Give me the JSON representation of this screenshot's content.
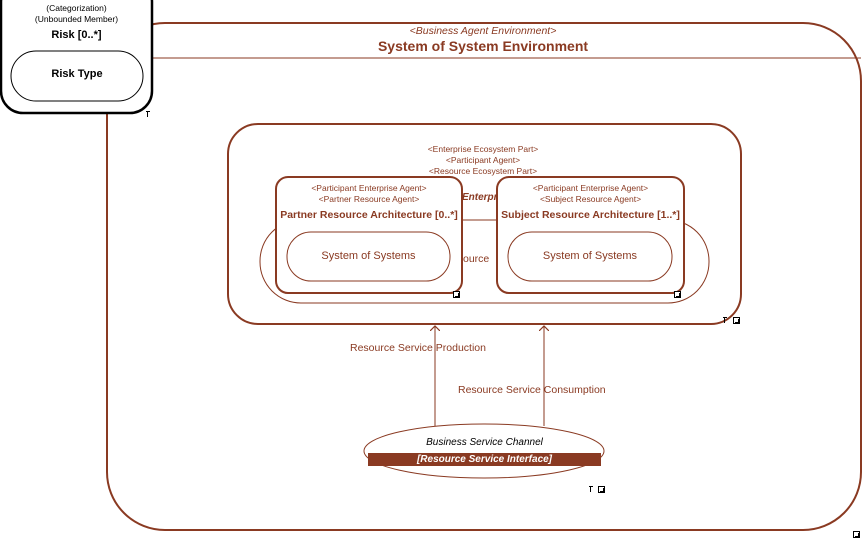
{
  "risk": {
    "stereotype1": "(Categorization)",
    "stereotype2": "(Unbounded Member)",
    "title": "Risk [0..*]",
    "inner": "Risk Type"
  },
  "environment": {
    "stereotype": "<Business Agent Environment>",
    "title": "System of System Environment"
  },
  "ecosystem": {
    "stereotype1": "<Enterprise Ecosystem Part>",
    "stereotype2": "<Participant Agent>",
    "stereotype3": "<Resource Ecosystem Part>",
    "hidden_title_fragment": "Enterpr",
    "hidden_sub_fragment": "ource"
  },
  "partner": {
    "stereotype1": "<Participant Enterprise Agent>",
    "stereotype2": "<Partner Resource Agent>",
    "title": "Partner Resource Architecture [0..*]",
    "inner": "System of Systems"
  },
  "subject": {
    "stereotype1": "<Participant Enterprise Agent>",
    "stereotype2": "<Subject Resource Agent>",
    "title": "Subject Resource Architecture [1..*]",
    "inner": "System of Systems"
  },
  "connectors": {
    "production": "Resource Service Production",
    "consumption": "Resource Service Consumption"
  },
  "channel": {
    "title": "Business Service Channel",
    "interface": "[Resource Service Interface]"
  },
  "colors": {
    "stroke": "#8a3a22",
    "text": "#8a3a22",
    "interface_fill": "#8a3a22",
    "black": "#000000"
  }
}
